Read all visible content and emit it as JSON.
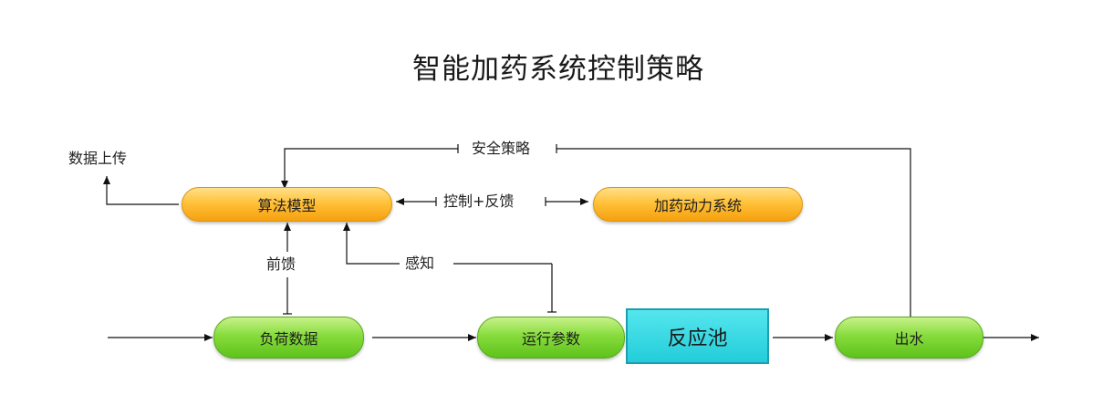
{
  "title": "智能加药系统控制策略",
  "nodes": {
    "algorithm": "算法模型",
    "dosing_system": "加药动力系统",
    "load_data": "负荷数据",
    "run_params": "运行参数",
    "reactor": "反应池",
    "effluent": "出水"
  },
  "labels": {
    "upload": "数据上传",
    "safety": "安全策略",
    "control_feedback": "控制+反馈",
    "feedforward": "前馈",
    "sensing": "感知"
  },
  "colors": {
    "orange": "#f5a00e",
    "green": "#5fc21b",
    "cyan": "#22cdd9"
  }
}
